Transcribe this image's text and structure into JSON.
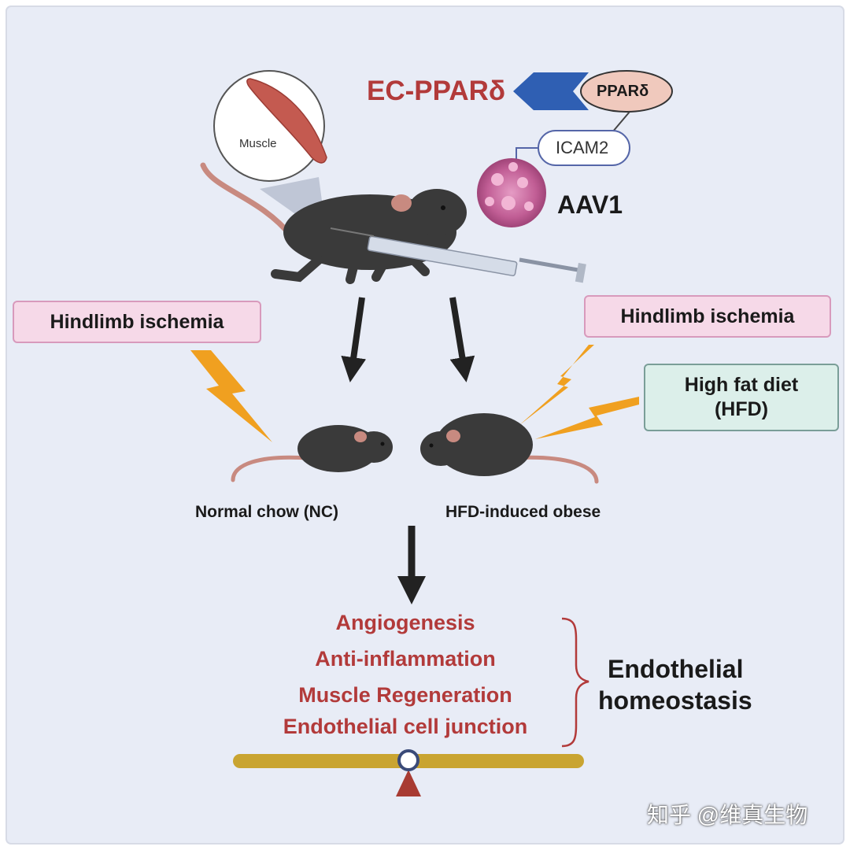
{
  "construct": {
    "ec_ppard_label": "EC-PPARδ",
    "ppard_label": "PPARδ",
    "icam2_label": "ICAM2",
    "aav1_label": "AAV1"
  },
  "muscle_inset": {
    "label": "Muscle"
  },
  "left_branch": {
    "stimulus_label": "Hindlimb ischemia",
    "group_label": "Normal chow (NC)"
  },
  "right_branch": {
    "stimulus_label": "Hindlimb ischemia",
    "diet_label_line1": "High fat diet",
    "diet_label_line2": "(HFD)",
    "group_label": "HFD-induced obese"
  },
  "outcomes": {
    "items": [
      "Angiogenesis",
      "Anti-inflammation",
      "Muscle Regeneration",
      "Endothelial cell junction"
    ],
    "summary_line1": "Endothelial",
    "summary_line2": "homeostasis"
  },
  "watermark": {
    "text": "知乎 @维真生物"
  },
  "colors": {
    "background": "#e8ecf6",
    "accent_red": "#b23a3a",
    "arrow_blue": "#2f5fb3",
    "pink_box": "#f6d9e8",
    "pink_border": "#d89abc",
    "teal_box": "#dcefea",
    "teal_border": "#7a9e98",
    "lightning": "#f0a020",
    "balance_bar": "#c9a431",
    "mouse_body": "#3a3a3a"
  }
}
